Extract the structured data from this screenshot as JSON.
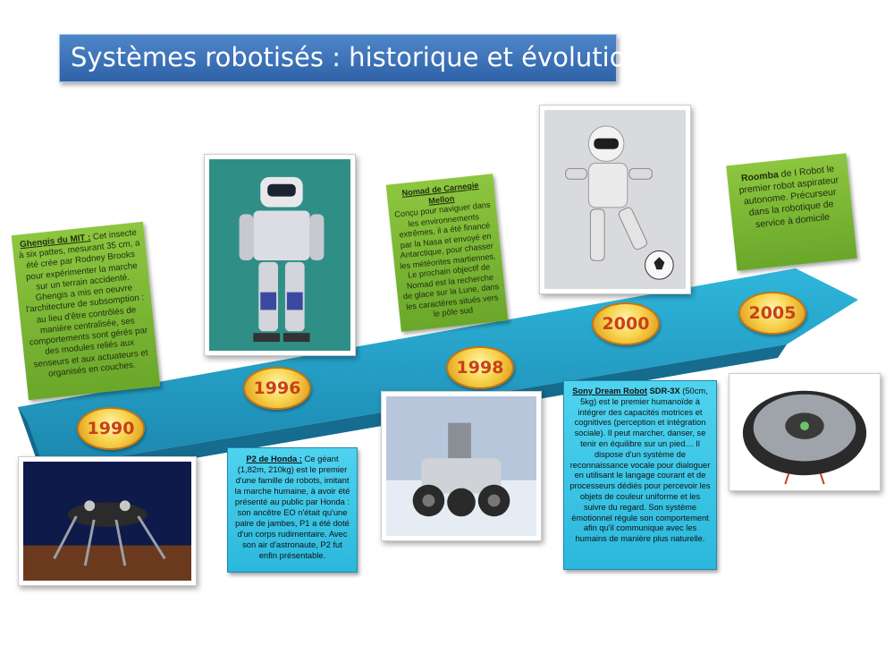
{
  "title": "Systèmes robotisés : historique et évolution",
  "years": {
    "y1990": "1990",
    "y1996": "1996",
    "y1998": "1998",
    "y2000": "2000",
    "y2005": "2005"
  },
  "ghengis": {
    "name": "Ghengis du MIT :",
    "text": "Cet insecte à six pattes, mesurant 35 cm, a été crée par Rodney Brooks pour expérimenter la marche sur un terrain accidenté. Ghengis a mis en oeuvre l'architecture de subsomption : au lieu d'être contrôlés de manière centralisée, ses comportements sont gérés par des modules reliés aux senseurs et aux actuateurs et organisés en couches."
  },
  "nomad": {
    "name": "Nomad de Carnegie Mellon",
    "text": "Conçu pour naviguer dans les environnements extrêmes, il a été financé par la Nasa et envoyé en Antarctique, pour chasser les météorites martiennes. Le prochain objectif de Nomad est la recherche de glace sur la Lune, dans les caractères situés vers le pôle sud"
  },
  "roomba": {
    "name": "Roomba",
    "text": "de I Robot le premier robot aspirateur autonome. Précurseur dans la robotique de service à domicile"
  },
  "p2": {
    "name": "P2 de Honda :",
    "text": "Ce géant (1,82m, 210kg) est le premier d'une famille de robots, imitant la marche humaine, à avoir été présenté au public par Honda : son ancêtre EO n'était qu'une paire de jambes, P1 a été doté d'un corps rudimentaire. Avec son air d'astronaute, P2 fut enfin présentable."
  },
  "sony": {
    "name": "Sony Dream Robot",
    "model": "SDR-3X",
    "text": "(50cm, 5kg) est le premier humanoïde à intégrer des capacités motrices et cognitives (perception et intégration sociale). Il peut marcher, danser, se tenir en équilibre sur un pied… Il dispose d'un système de reconnaissance vocale pour dialoguer en utilisant le langage courant et de processeurs dédiés pour percevoir les objets de couleur uniforme et les suivre du regard. Son système émotionnel régule son comportement afin qu'il communique avec les humains de manière plus naturelle."
  },
  "colors": {
    "arrow": "#2aa3c8",
    "green_box": "#7ab935",
    "blue_box": "#3fc6e8",
    "year_text": "#c8401c",
    "title_bg": "#3b70b6"
  }
}
